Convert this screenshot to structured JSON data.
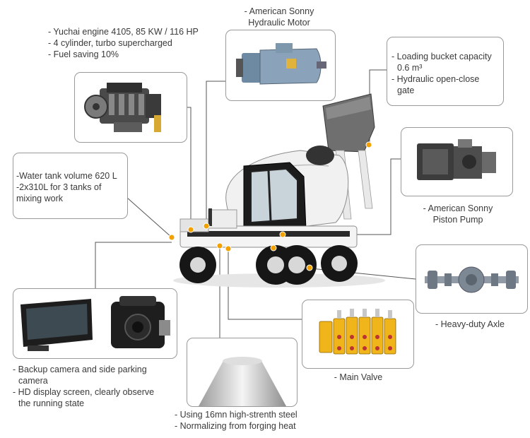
{
  "engine": {
    "lines": [
      "- Yuchai engine 4105, 85 KW / 116 HP",
      "- 4 cylinder, turbo supercharged",
      "- Fuel saving 10%"
    ],
    "icon": "engine-icon"
  },
  "motor": {
    "lines": [
      "- American Sonny",
      "Hydraulic Motor"
    ],
    "icon": "hydraulic-motor-icon"
  },
  "bucket": {
    "lines": [
      "- Loading bucket capacity",
      "0.6 m³",
      "- Hydraulic open-close",
      "gate"
    ]
  },
  "water": {
    "lines": [
      "-Water tank volume 620 L",
      "-2x310L for 3 tanks of",
      "mixing work"
    ]
  },
  "pump": {
    "lines": [
      "- American Sonny",
      "Piston Pump"
    ],
    "icon": "piston-pump-icon"
  },
  "axle": {
    "label": "- Heavy-duty Axle",
    "icon": "axle-icon"
  },
  "camera": {
    "lines": [
      "- Backup camera and side parking",
      "camera",
      "- HD display screen, clearly observe",
      "the running state"
    ],
    "icons": [
      "display-screen-icon",
      "camera-icon"
    ]
  },
  "valve": {
    "label": "- Main Valve",
    "icon": "main-valve-icon"
  },
  "steel": {
    "lines": [
      "- Using 16mn high-strenth steel",
      "- Normalizing from forging heat"
    ],
    "icon": "steel-chute-icon"
  },
  "colors": {
    "frame": "#9a9a9a",
    "line": "#555555",
    "hotspot": "#f2a100",
    "truck_black": "#1c1c1c",
    "drum_white": "#f1f1f1",
    "valve_yellow": "#f1b51c",
    "part_blue": "#7f9ab3"
  }
}
